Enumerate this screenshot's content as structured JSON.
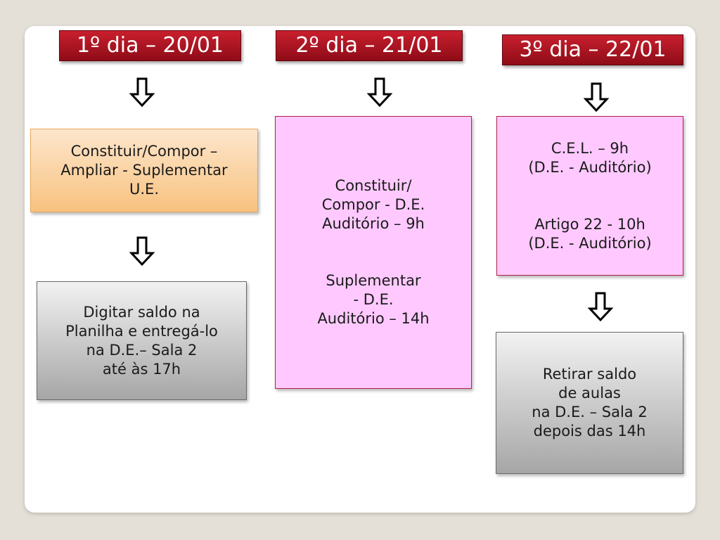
{
  "days": [
    {
      "header": "1º dia – 20/01"
    },
    {
      "header": "2º dia – 21/01"
    },
    {
      "header": "3º dia – 22/01"
    }
  ],
  "boxes": {
    "d1_first": [
      "Constituir/Compor –",
      "Ampliar - Suplementar",
      "U.E."
    ],
    "d1_second": [
      "Digitar saldo na",
      "Planilha e entregá-lo",
      "na D.E.– Sala 2",
      "até às 17h"
    ],
    "d2_a": [
      "Constituir/",
      "Compor - D.E.",
      "Auditório – 9h"
    ],
    "d2_b": [
      "Suplementar",
      "- D.E.",
      "Auditório – 14h"
    ],
    "d3_a": [
      "C.E.L. – 9h",
      "(D.E. - Auditório)"
    ],
    "d3_b": [
      "Artigo 22 - 10h",
      "(D.E. - Auditório)"
    ],
    "d3_second": [
      "Retirar saldo",
      "de aulas",
      "na D.E. – Sala 2",
      "depois das 14h"
    ]
  },
  "icons": {
    "arrow": "down-outline-arrow-icon"
  },
  "colors": {
    "header": "#b01624",
    "orange_box": "#f9c78b",
    "pink_box": "#ffc9ff",
    "gray_box": "#c8c8c8"
  }
}
